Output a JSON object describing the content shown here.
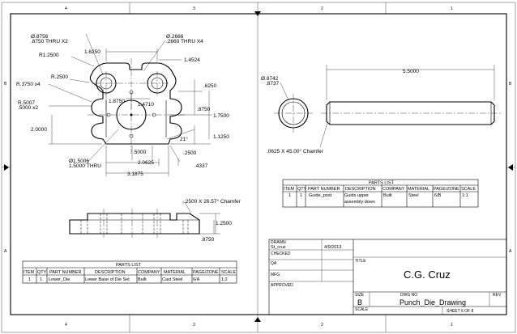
{
  "zones": {
    "top": [
      "4",
      "3",
      "2",
      "1"
    ],
    "bottom": [
      "4",
      "3",
      "2",
      "1"
    ],
    "left": [
      "B",
      "A"
    ],
    "right": [
      "B",
      "A"
    ]
  },
  "die_dims": {
    "hole_top_left": "Ø.8756\n.8750 THRU X2",
    "width_top": "1.6250",
    "hole_top_right": "Ø.2666\n.2660 THRU X4",
    "r_1_25": "R1.2500",
    "w_1_4524": "1.4524",
    "r_25": "R.2500",
    "r_375": "R.3750 x4",
    "r_5007": "R.5007\n.5000 x2",
    "d_1_875": "1.8750",
    "d_1_471": "1.4710",
    "d_625": ".6250",
    "d_875": ".8750",
    "d_1_75": "1.7500",
    "d_2_0": "2.0000",
    "d_1_125": "1.1250",
    "angle_21": "21°",
    "d_5": ".5000",
    "d_25": ".2500",
    "hole_bottom": "Ø1.5006\n1.5000 THRU",
    "d_2_0625": "2.0625",
    "d_4337": ".4337",
    "d_3_1875": "3.1875",
    "chamfer_side": ".2500 X 26.57° Chamfer",
    "d_1_25": "1.2500",
    "d_875b": ".8750"
  },
  "post_dims": {
    "diameter": "Ø.8742\n.8737",
    "length": "5.5000",
    "chamfer": ".0625 X 45.00° Chamfer"
  },
  "parts_list_post": {
    "title": "PARTS LIST",
    "headers": [
      "ITEM",
      "QTY",
      "PART NUMBER",
      "DESCRIPTION",
      "COMPANY",
      "MATERIAL",
      "PAGE/ZONE",
      "SCALE"
    ],
    "row": [
      "1",
      "1",
      "Guide_post",
      "Guids upper\nassembly down",
      "Built",
      "Steel",
      "6/B",
      "1:1"
    ]
  },
  "parts_list_die": {
    "title": "PARTS LIST",
    "headers": [
      "ITEM",
      "QTY",
      "PART NUMBER",
      "DESCRIPTION",
      "COMPANY",
      "MATERIAL",
      "PAGE/ZONE",
      "SCALE"
    ],
    "row": [
      "1",
      "1",
      "Lower_Die",
      "Lower Base of Die Set",
      "Built",
      "Cast Steel",
      "6/A",
      "1:2"
    ]
  },
  "title_block": {
    "drawn_label": "DRAWN",
    "drawn_by": "St_cruz",
    "drawn_date": "4/9/2013",
    "checked_label": "CHECKED",
    "qa_label": "QA",
    "mfg_label": "MFG",
    "approved_label": "APPROVED",
    "title_label": "TITLE",
    "title": "C.G. Cruz",
    "size_label": "SIZE",
    "size": "B",
    "dwg_no_label": "DWG NO",
    "dwg_no": "Punch_Die_Drawing",
    "rev_label": "REV",
    "scale_label": "SCALE",
    "sheet": "SHEET 6  OF 8"
  }
}
